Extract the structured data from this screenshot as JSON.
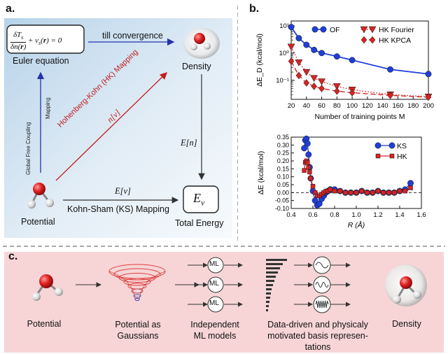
{
  "panel_a": {
    "letter": "a.",
    "euler_formula": "δT_s/δn(r) + v_s(r) = 0",
    "euler_label": "Euler equation",
    "till_convergence": "till convergence",
    "density_label": "Density",
    "hk_mapping_label": "Hohenberg-Kohn (HK) Mapping",
    "n_of_v": "n[v]",
    "potential_label": "Potential",
    "e_of_n": "E[n]",
    "e_of_v": "E[v]",
    "ks_mapping_label": "Kohn-Sham (KS) Mapping",
    "ev_box": "E_v",
    "total_energy_label": "Total Energy",
    "vertical_text_1": "Global Free Coupling",
    "vertical_text_2": "Mapping"
  },
  "panel_b": {
    "letter": "b.",
    "colors": {
      "OF": "#1f3fd8",
      "HK": "#d62424"
    }
  },
  "panel_c": {
    "letter": "c.",
    "steps": [
      "Potential",
      "Potential as Gaussians",
      "Independent ML models",
      "Data-driven and physicaly motivated basis representations",
      "Density"
    ],
    "step_lines": [
      [
        "Potential"
      ],
      [
        "Potential as",
        "Gaussians"
      ],
      [
        "Independent",
        "ML models"
      ],
      [
        "Data-driven and physicaly",
        "motivated basis represen-",
        "tations"
      ],
      [
        "Density"
      ]
    ],
    "ml_label": "ML"
  },
  "chart_data": [
    {
      "type": "line",
      "yscale": "log",
      "ylabel": "ΔE_D (kcal/mol)",
      "xlabel": "Number of training points M",
      "xlim": [
        20,
        200
      ],
      "ylim": [
        0.02,
        15
      ],
      "xticks": [
        20,
        40,
        60,
        80,
        100,
        120,
        140,
        160,
        180,
        200
      ],
      "yticks": [
        {
          "v": 10,
          "label": "10¹"
        },
        {
          "v": 1,
          "label": "10⁰"
        },
        {
          "v": 0.1,
          "label": "10⁻¹"
        }
      ],
      "legend_position": "top-right",
      "series": [
        {
          "name": "OF",
          "marker": "circle",
          "style": "solid",
          "color": "#1f3fd8",
          "x": [
            20,
            30,
            40,
            50,
            60,
            80,
            100,
            150,
            200
          ],
          "y": [
            9.0,
            3.5,
            2.0,
            1.3,
            1.0,
            0.75,
            0.55,
            0.25,
            0.17
          ]
        },
        {
          "name": "HK Fourier",
          "marker": "triangle-down",
          "style": "dotted",
          "color": "#d62424",
          "x": [
            20,
            30,
            40,
            50,
            60,
            80,
            100,
            150,
            200
          ],
          "y": [
            1.7,
            0.45,
            0.2,
            0.12,
            0.09,
            0.06,
            0.045,
            0.03,
            0.025
          ]
        },
        {
          "name": "HK KPCA",
          "marker": "diamond",
          "style": "dashed",
          "color": "#d62424",
          "x": [
            20,
            30,
            40,
            50,
            60,
            80,
            100,
            150,
            200
          ],
          "y": [
            0.5,
            0.15,
            0.08,
            0.06,
            0.05,
            0.04,
            0.035,
            0.028,
            0.024
          ]
        }
      ]
    },
    {
      "type": "line",
      "ylabel": "ΔE (kcal/mol)",
      "xlabel": "R (Å)",
      "xlim": [
        0.4,
        1.6
      ],
      "ylim": [
        -0.1,
        0.35
      ],
      "xticks": [
        0.4,
        0.6,
        0.8,
        1.0,
        1.2,
        1.4,
        1.6
      ],
      "yticks": [
        -0.1,
        -0.05,
        0.0,
        0.05,
        0.1,
        0.15,
        0.2,
        0.25,
        0.3,
        0.35
      ],
      "legend_position": "top-right",
      "series": [
        {
          "name": "KS",
          "marker": "circle",
          "color": "#1f3fd8",
          "x": [
            0.52,
            0.53,
            0.54,
            0.55,
            0.56,
            0.57,
            0.58,
            0.6,
            0.62,
            0.64,
            0.66,
            0.68,
            0.7,
            0.72,
            0.74,
            0.76,
            0.8,
            0.85,
            0.9,
            0.95,
            1.0,
            1.05,
            1.1,
            1.15,
            1.2,
            1.25,
            1.3,
            1.35,
            1.4,
            1.45,
            1.5
          ],
          "y": [
            0.28,
            0.33,
            0.34,
            0.31,
            0.24,
            0.16,
            0.09,
            0.01,
            -0.05,
            -0.08,
            -0.07,
            -0.04,
            -0.02,
            0.0,
            0.01,
            0.02,
            0.02,
            0.01,
            0.0,
            0.0,
            0.0,
            0.01,
            0.0,
            0.0,
            0.01,
            0.0,
            0.0,
            0.0,
            0.01,
            0.02,
            0.06
          ]
        },
        {
          "name": "HK",
          "marker": "square",
          "color": "#d62424",
          "x": [
            0.52,
            0.53,
            0.54,
            0.55,
            0.56,
            0.57,
            0.58,
            0.6,
            0.62,
            0.64,
            0.66,
            0.68,
            0.7,
            0.72,
            0.74,
            0.76,
            0.8,
            0.85,
            0.9,
            0.95,
            1.0,
            1.05,
            1.1,
            1.15,
            1.2,
            1.25,
            1.3,
            1.35,
            1.4,
            1.45,
            1.5
          ],
          "y": [
            0.14,
            0.19,
            0.2,
            0.19,
            0.16,
            0.13,
            0.09,
            0.04,
            0.0,
            -0.02,
            -0.02,
            -0.01,
            0.0,
            0.01,
            0.01,
            0.02,
            0.01,
            0.01,
            0.0,
            0.0,
            0.0,
            0.01,
            0.0,
            0.0,
            0.01,
            0.0,
            0.0,
            0.0,
            0.01,
            0.01,
            0.03
          ]
        }
      ]
    }
  ]
}
